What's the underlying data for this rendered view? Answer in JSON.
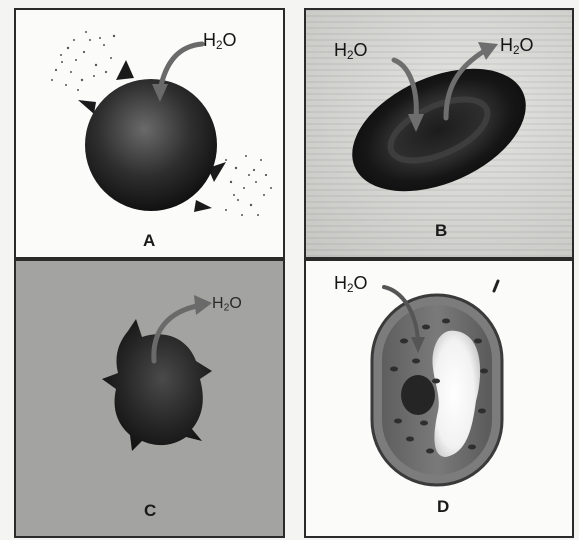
{
  "panels": [
    {
      "letter": "A",
      "water": {
        "main": "H",
        "sub": "2",
        "tail": "O"
      }
    },
    {
      "letter": "B",
      "water_in": {
        "main": "H",
        "sub": "2",
        "tail": "O"
      },
      "water_out": {
        "main": "H",
        "sub": "2",
        "tail": "O"
      }
    },
    {
      "letter": "C",
      "water": {
        "main": "H",
        "sub": "2",
        "tail": "O"
      }
    },
    {
      "letter": "D",
      "water": {
        "main": "H",
        "sub": "2",
        "tail": "O"
      }
    }
  ]
}
